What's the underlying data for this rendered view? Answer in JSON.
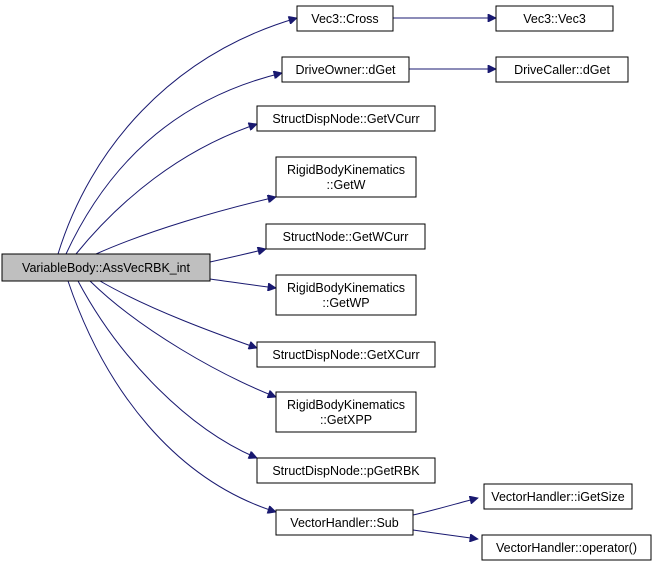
{
  "diagram": {
    "nodes": {
      "root": "VariableBody::AssVecRBK_int",
      "vec3_cross": "Vec3::Cross",
      "vec3_vec3": "Vec3::Vec3",
      "driveowner_dget": "DriveOwner::dGet",
      "drivecaller_dget": "DriveCaller::dGet",
      "structdispnode_getvcurr": "StructDispNode::GetVCurr",
      "rbk_getw_1": "RigidBodyKinematics",
      "rbk_getw_2": "::GetW",
      "structnode_getwcurr": "StructNode::GetWCurr",
      "rbk_getwp_1": "RigidBodyKinematics",
      "rbk_getwp_2": "::GetWP",
      "structdispnode_getxcurr": "StructDispNode::GetXCurr",
      "rbk_getxpp_1": "RigidBodyKinematics",
      "rbk_getxpp_2": "::GetXPP",
      "structdispnode_pgetrbk": "StructDispNode::pGetRBK",
      "vectorhandler_sub": "VectorHandler::Sub",
      "vectorhandler_igetsize": "VectorHandler::iGetSize",
      "vectorhandler_operator": "VectorHandler::operator()"
    },
    "colors": {
      "edge": "#191970",
      "root_fill": "#bfbfbf",
      "node_fill": "#ffffff",
      "border": "#000000"
    }
  }
}
